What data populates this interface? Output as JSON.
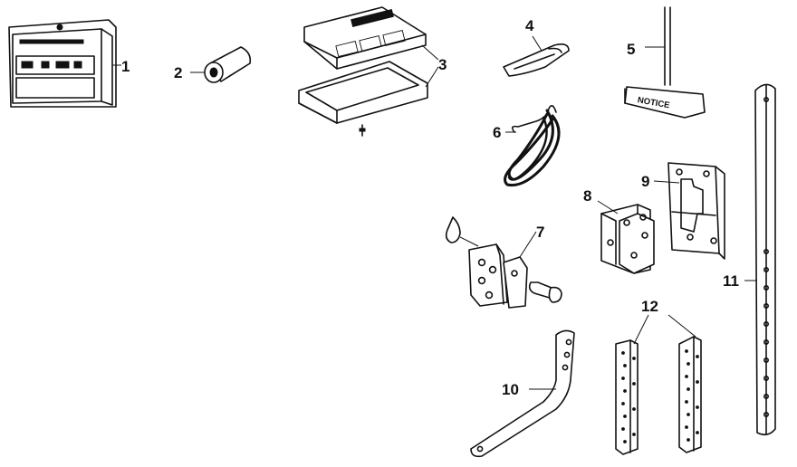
{
  "callouts": [
    {
      "key": "p1",
      "label": "1"
    },
    {
      "key": "p2",
      "label": "2"
    },
    {
      "key": "p3",
      "label": "3"
    },
    {
      "key": "p4",
      "label": "4"
    },
    {
      "key": "p5",
      "label": "5"
    },
    {
      "key": "p6",
      "label": "6"
    },
    {
      "key": "p7",
      "label": "7"
    },
    {
      "key": "p8",
      "label": "8"
    },
    {
      "key": "p9",
      "label": "9"
    },
    {
      "key": "p10",
      "label": "10"
    },
    {
      "key": "p11",
      "label": "11"
    },
    {
      "key": "p12",
      "label": "12"
    }
  ],
  "parts": {
    "notice_tag_text": "NOTICE"
  }
}
